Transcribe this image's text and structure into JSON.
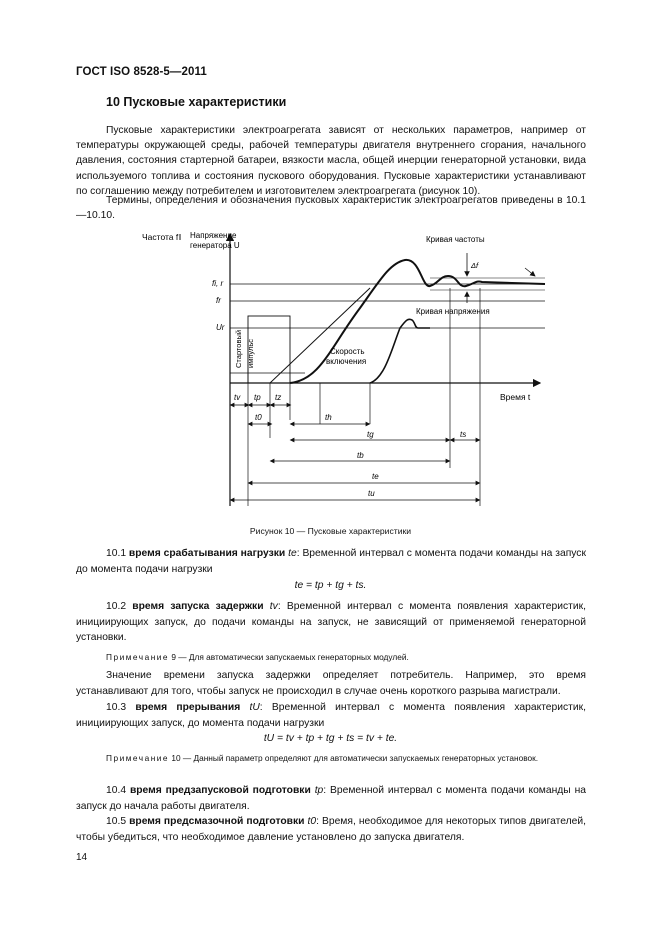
{
  "header": "ГОСТ ISO 8528-5—2011",
  "section_title": "10  Пусковые характеристики",
  "intro_paragraph": "Пусковые характеристики электроагрегата зависят от нескольких параметров, например от температуры окружающей среды, рабочей температуры двигателя внутреннего сгорания, начального давления, состояния стартерной батареи, вязкости масла, общей инерции генераторной установки, вида используемого топлива и состояния пускового оборудования. Пусковые характеристики устанавливают по соглашению между потребителем и изготовителем электроагрегата (рисунок 10).",
  "terms_paragraph": "Термины, определения и обозначения пусковых характеристик электроагрегатов приведены в 10.1—10.10.",
  "figure": {
    "y_axis_freq": "Частота f",
    "y_axis_voltage_1": "Напряжение",
    "y_axis_voltage_2": "генератора U",
    "x_axis": "Время t",
    "label_fir": "fi, r",
    "label_fr": "fr",
    "label_ur": "Ur",
    "curve_freq": "Кривая частоты",
    "curve_voltage": "Кривая напряжения",
    "speed_1": "Скорость",
    "speed_2": "включения",
    "starter_1": "Стартовый",
    "starter_2": "импульс",
    "delta_f": "Δf",
    "t_v": "tv",
    "t_p": "tp",
    "t_z": "tz",
    "t_0": "t0",
    "t_h": "th",
    "t_g": "tg",
    "t_s": "ts",
    "t_b": "tb",
    "t_e": "te",
    "t_u": "tu"
  },
  "caption": "Рисунок 10 — Пусковые характеристики",
  "d101": {
    "num": "10.1",
    "term": "время срабатывания нагрузки",
    "sym": "te",
    "text": ": Временной интервал с момента подачи команды на запуск до момента подачи нагрузки"
  },
  "f1": "te = tp + tg + ts.",
  "d102": {
    "num": "10.2",
    "term": "время запуска задержки",
    "sym": "tv",
    "text": ": Временной интервал с момента появления характеристик, инициирующих запуск, до подачи команды на запуск, не зависящий от применяемой генераторной установки."
  },
  "note9": {
    "label": "Примечание",
    "text": "9 — Для автоматически запускаемых генераторных модулей."
  },
  "note9_follow": "Значение времени запуска задержки определяет потребитель. Например, это время устанавливают для того, чтобы запуск не происходил в случае очень короткого разрыва магистрали.",
  "d103": {
    "num": "10.3",
    "term": "время прерывания",
    "sym": "tU",
    "text": ": Временной интервал с момента появления характеристик, инициирующих запуск, до момента подачи нагрузки"
  },
  "f2": "tU = tv + tp + tg + ts = tv + te.",
  "note10": {
    "label": "Примечание",
    "text": "10 — Данный параметр определяют для автоматически запускаемых генераторных установок."
  },
  "d104": {
    "num": "10.4",
    "term": "время предзапусковой подготовки",
    "sym": "tp",
    "text": ": Временной интервал с момента подачи команды на запуск до начала работы двигателя."
  },
  "d105": {
    "num": "10.5",
    "term": "время предсмазочной подготовки",
    "sym": "t0",
    "text": ": Время, необходимое для некоторых типов двигателей, чтобы убедиться, что необходимое давление установлено до запуска двигателя."
  },
  "page_number": "14"
}
